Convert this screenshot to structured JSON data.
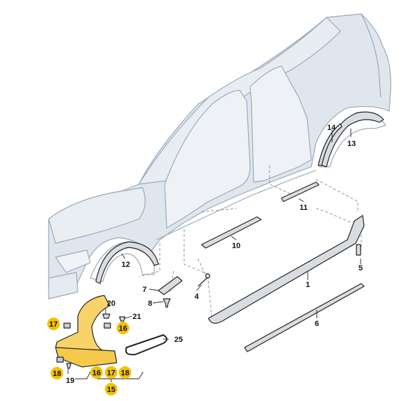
{
  "colors": {
    "body_fill": "#dfe6ee",
    "body_stroke": "#9aa9b8",
    "part_fill": "#d9dde2",
    "part_stroke": "#222222",
    "highlight_fill": "#f2c300",
    "highlight_part": "#f7d36a",
    "dashed": "#7c8a98"
  },
  "callouts": [
    {
      "id": "c1",
      "text": "1"
    },
    {
      "id": "c4",
      "text": "4"
    },
    {
      "id": "c5",
      "text": "5"
    },
    {
      "id": "c6",
      "text": "6"
    },
    {
      "id": "c7",
      "text": "7"
    },
    {
      "id": "c8",
      "text": "8"
    },
    {
      "id": "c10",
      "text": "10"
    },
    {
      "id": "c11",
      "text": "11"
    },
    {
      "id": "c12",
      "text": "12"
    },
    {
      "id": "c13",
      "text": "13"
    },
    {
      "id": "c14",
      "text": "14"
    },
    {
      "id": "c19",
      "text": "19"
    },
    {
      "id": "c20",
      "text": "20"
    },
    {
      "id": "c21",
      "text": "21"
    },
    {
      "id": "c25",
      "text": "25"
    }
  ],
  "highlighted_callouts": [
    {
      "id": "h17a",
      "text": "17"
    },
    {
      "id": "h16",
      "text": "16"
    },
    {
      "id": "h18a",
      "text": "18"
    },
    {
      "id": "h16b",
      "text": "16"
    },
    {
      "id": "h17b",
      "text": "17"
    },
    {
      "id": "h18b",
      "text": "18"
    },
    {
      "id": "h15",
      "text": "15"
    }
  ]
}
